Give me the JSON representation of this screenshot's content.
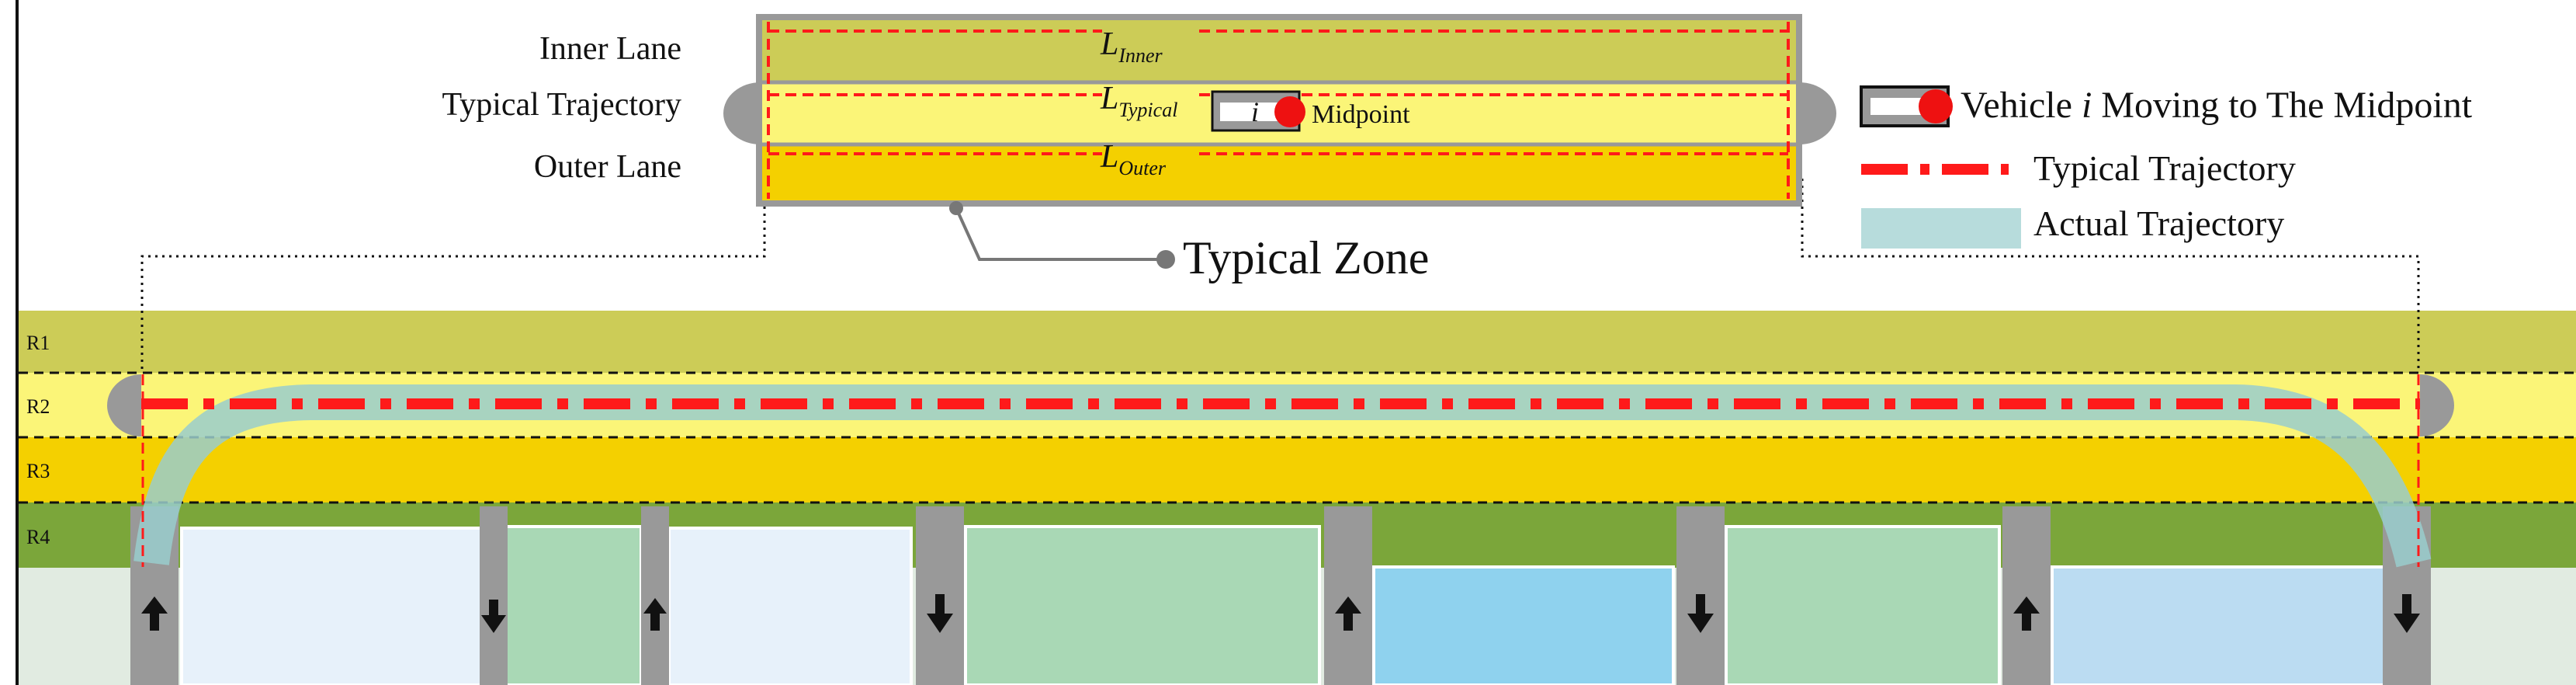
{
  "zone": {
    "inner_lane_label": "Inner Lane",
    "typical_trajectory_label": "Typical Trajectory",
    "outer_lane_label": "Outer Lane",
    "l_symbol": "L",
    "l_inner_sub": "Inner",
    "l_typical_sub": "Typical",
    "l_outer_sub": "Outer",
    "vehicle_symbol": "i",
    "midpoint_label": "Midpoint",
    "zone_label": "Typical Zone"
  },
  "legend": {
    "vehicle_prefix": "Vehicle ",
    "vehicle_symbol": "i",
    "vehicle_suffix": " Moving to The Midpoint",
    "typical_trajectory": "Typical Trajectory",
    "actual_trajectory": "Actual Trajectory"
  },
  "road": {
    "lanes": [
      "R1",
      "R2",
      "R3",
      "R4"
    ]
  },
  "colors": {
    "inner_lane": "#cccc57",
    "typical_lane": "#fbf578",
    "outer_lane": "#f4d000",
    "r4_lane": "#7ba63a",
    "ground": "#e1ebe1",
    "typical_dash": "#ff1a1a",
    "actual_trajectory": "#99cccc",
    "gray": "#999999",
    "midpoint": "#ee1111"
  },
  "icons": {
    "up_arrow": "up-arrow-icon",
    "down_arrow": "down-arrow-icon"
  }
}
